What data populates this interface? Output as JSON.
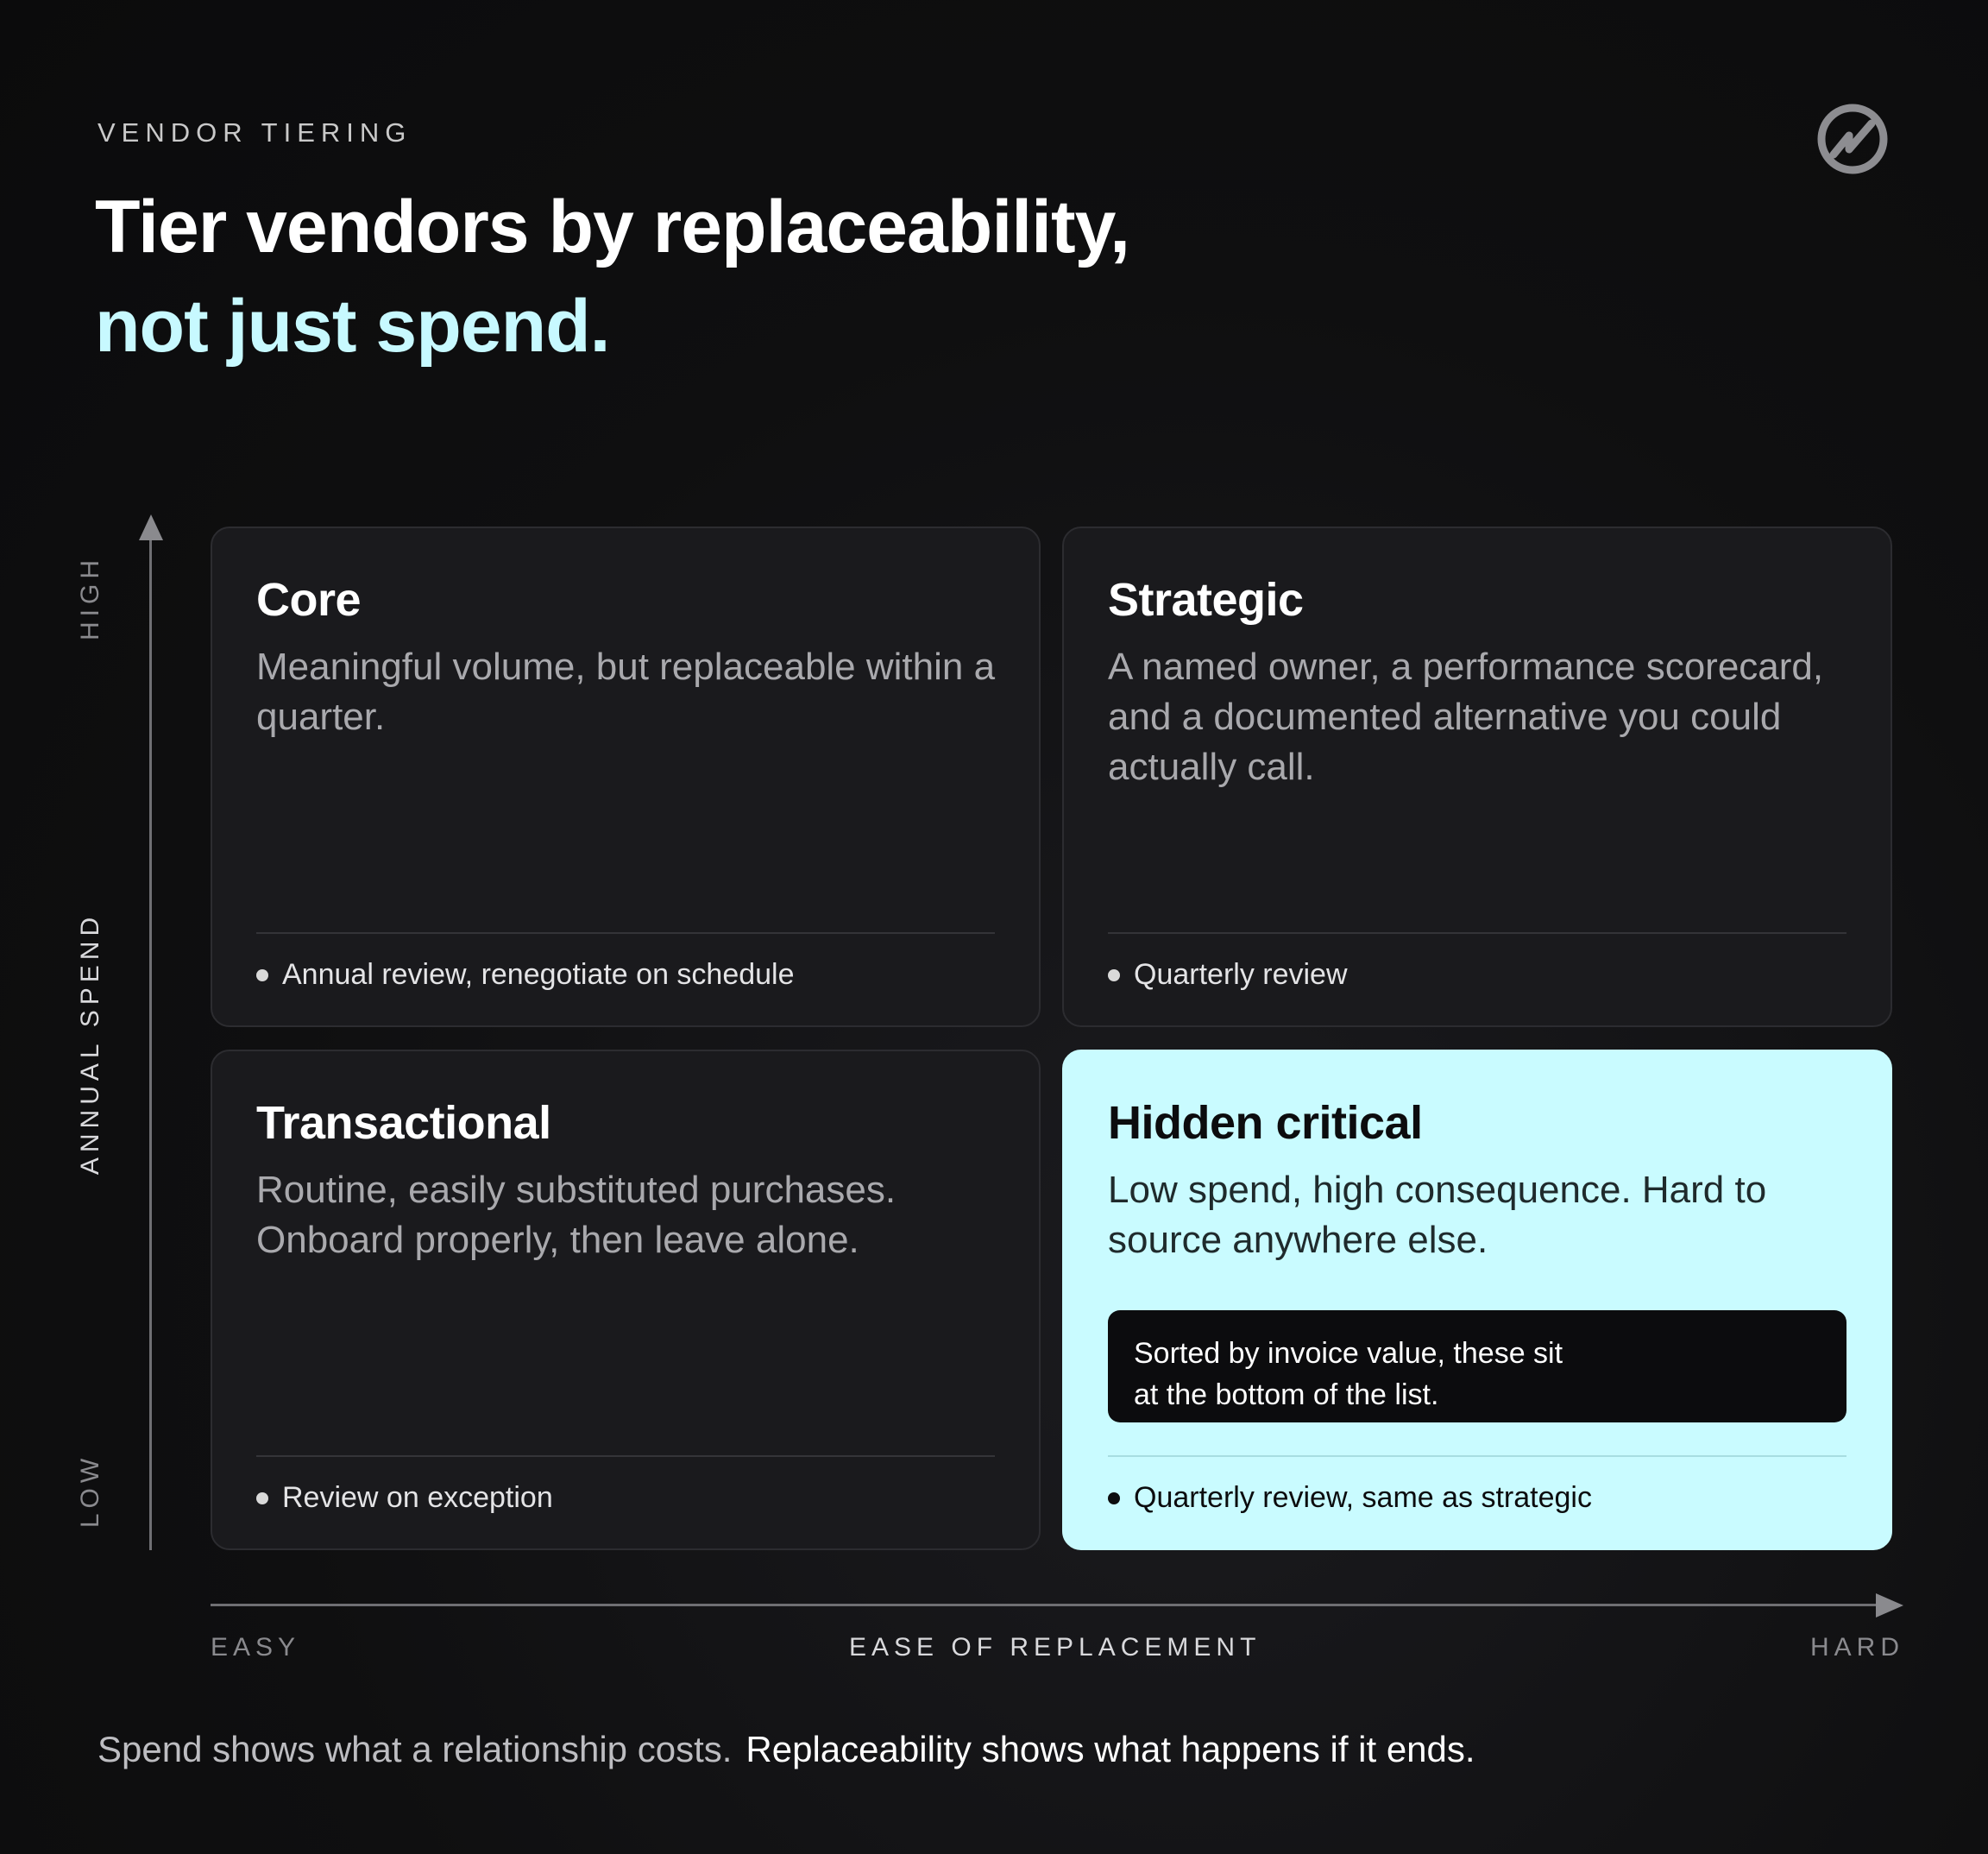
{
  "header": {
    "eyebrow": "VENDOR TIERING",
    "title_line1": "Tier vendors by replaceability,",
    "title_line2": "not just spend.",
    "logo_icon": "brand-logo-icon"
  },
  "y_axis": {
    "label": "ANNUAL SPEND",
    "high": "HIGH",
    "low": "LOW"
  },
  "x_axis": {
    "label": "EASE OF REPLACEMENT",
    "easy": "EASY",
    "hard": "HARD"
  },
  "quadrants": {
    "core": {
      "title": "Core",
      "description": "Meaningful volume, but replaceable within a quarter.",
      "note": "Annual review, renegotiate on schedule"
    },
    "strategic": {
      "title": "Strategic",
      "description": "A named owner, a performance scorecard, and a documented alternative you could actually call.",
      "note": "Quarterly review"
    },
    "transactional": {
      "title": "Transactional",
      "description": "Routine, easily substituted purchases. Onboard properly, then leave alone.",
      "note": "Review on exception"
    },
    "hidden_critical": {
      "title": "Hidden critical",
      "description": "Low spend, high consequence. Hard to source anywhere else.",
      "callout_line1": "Sorted by invoice value, these sit",
      "callout_line2": "at the bottom of the list.",
      "note": "Quarterly review, same as strategic"
    }
  },
  "footer": {
    "part1": "Spend shows what a relationship costs.",
    "part2": "Replaceability shows what happens if it ends."
  },
  "colors": {
    "accent": "#c9fbff",
    "background": "#0f0f10",
    "card": "#1a1a1d"
  }
}
